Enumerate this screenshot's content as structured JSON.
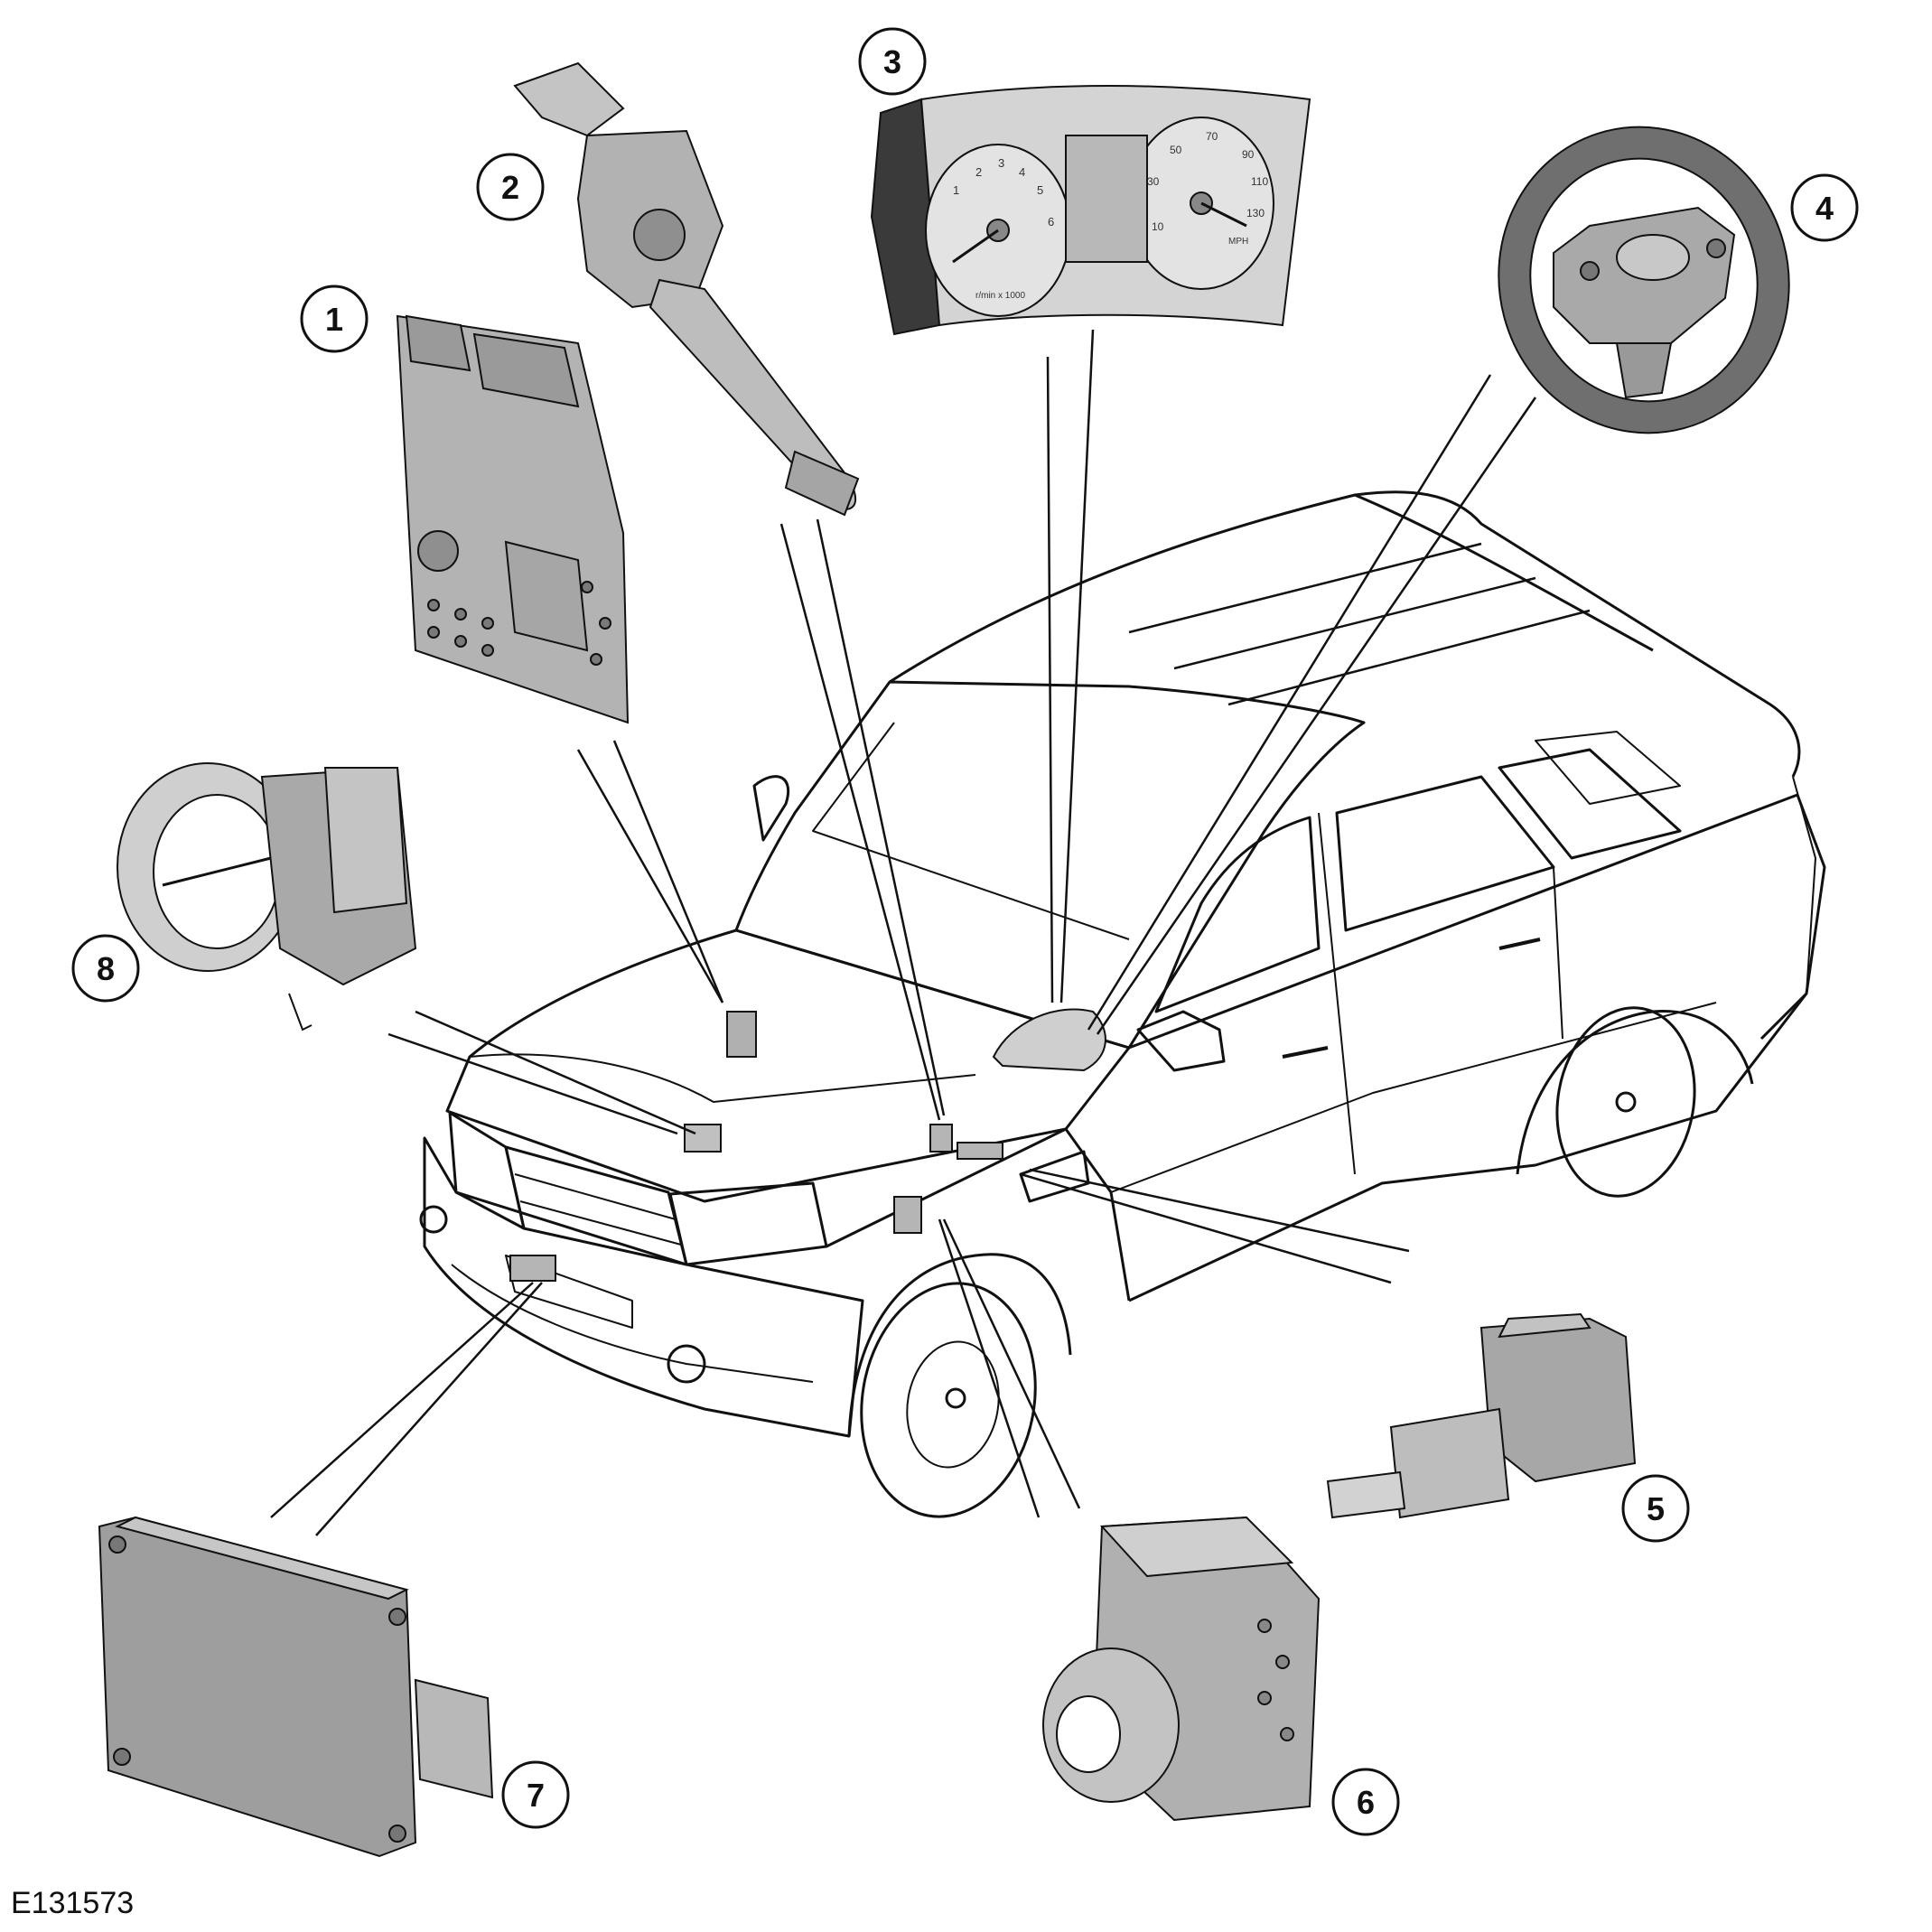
{
  "figure_id": "E131573",
  "colors": {
    "line": "#111111",
    "component_fill": "#bdbdbd",
    "component_dark": "#8c8c8c",
    "component_light": "#dcdcdc",
    "background": "#ffffff"
  },
  "components": [
    {
      "callout": "1",
      "icon": "engine-control-module-icon"
    },
    {
      "callout": "2",
      "icon": "accelerator-pedal-icon"
    },
    {
      "callout": "3",
      "icon": "instrument-cluster-icon"
    },
    {
      "callout": "4",
      "icon": "steering-wheel-icon"
    },
    {
      "callout": "5",
      "icon": "brake-switch-icon"
    },
    {
      "callout": "6",
      "icon": "abs-modulator-icon"
    },
    {
      "callout": "7",
      "icon": "radar-sensor-module-icon"
    },
    {
      "callout": "8",
      "icon": "throttle-body-icon"
    }
  ],
  "cluster_dial": {
    "tacho_ticks": [
      "1",
      "2",
      "3",
      "4",
      "5",
      "6"
    ],
    "tacho_unit": "r/min x 1000",
    "speedo_ticks": [
      "10",
      "30",
      "50",
      "70",
      "90",
      "110",
      "130"
    ],
    "speedo_unit": "MPH"
  }
}
